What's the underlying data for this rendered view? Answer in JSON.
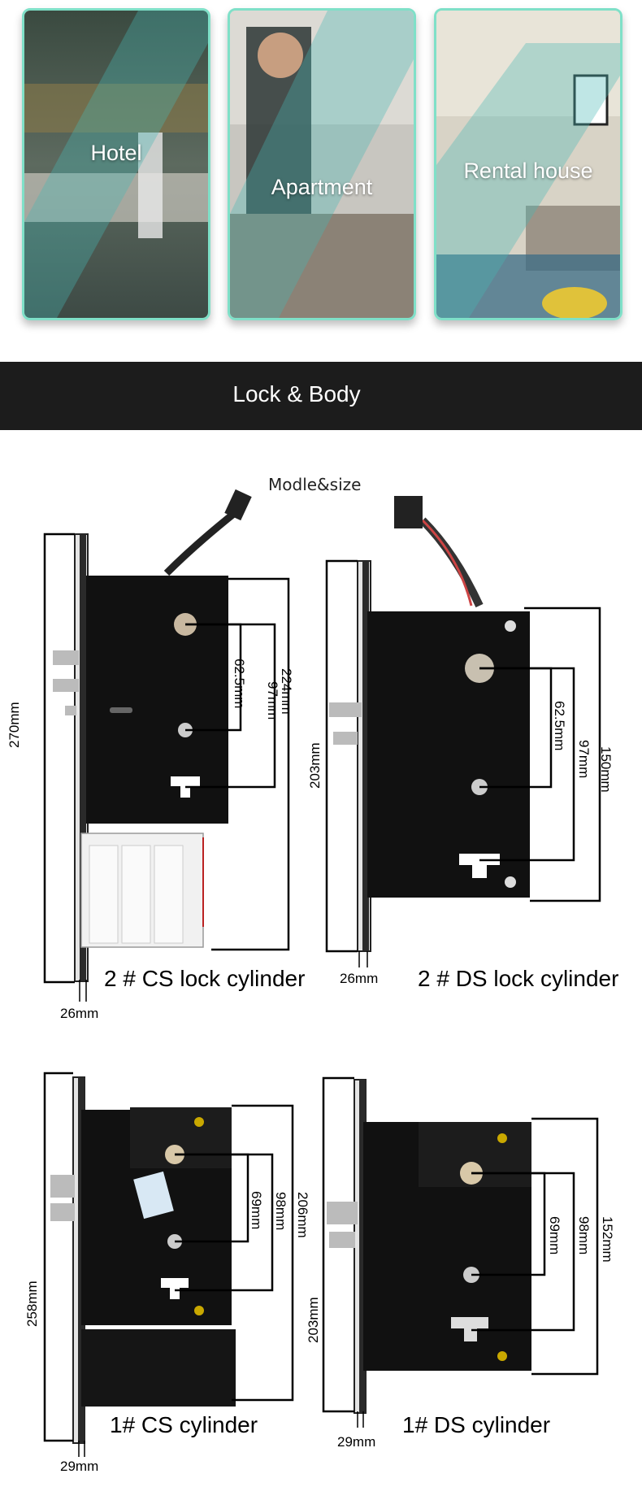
{
  "scenes": [
    {
      "label": "Hotel"
    },
    {
      "label": "Apartment"
    },
    {
      "label": "Rental house"
    }
  ],
  "banner": {
    "title": "Lock & Body"
  },
  "section": {
    "subtitle": "Modle&size"
  },
  "locks": [
    {
      "caption": "2 # CS lock cylinder",
      "height": "270mm",
      "body": "224mm",
      "a": "62.5mm",
      "b": "97mm",
      "thickness": "26mm"
    },
    {
      "caption": "2 # DS lock cylinder",
      "height": "203mm",
      "body": "150mm",
      "a": "62.5mm",
      "b": "97mm",
      "thickness": "26mm"
    },
    {
      "caption": "1# CS cylinder",
      "height": "258mm",
      "body": "206mm",
      "a": "69mm",
      "b": "98mm",
      "thickness": "29mm"
    },
    {
      "caption": "1# DS cylinder",
      "height": "203mm",
      "body": "152mm",
      "a": "69mm",
      "b": "98mm",
      "thickness": "29mm"
    }
  ]
}
